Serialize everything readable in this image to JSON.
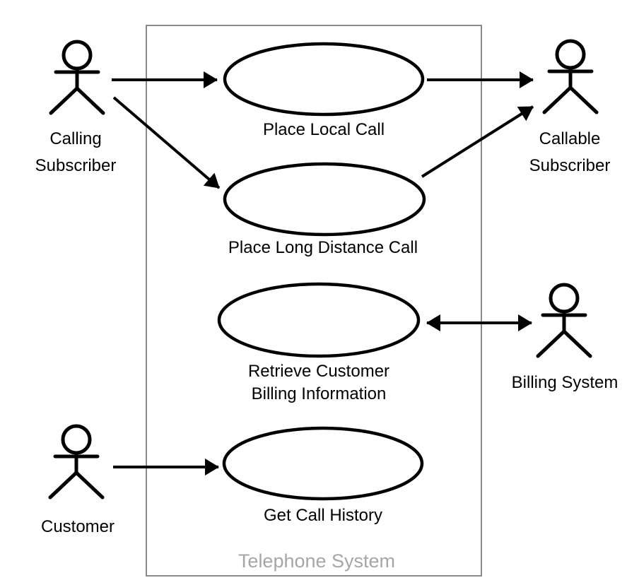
{
  "diagram": {
    "type": "uml-use-case-diagram",
    "system": {
      "label": "Telephone System"
    },
    "actors": {
      "calling_subscriber": {
        "lines": [
          "Calling",
          "Subscriber"
        ]
      },
      "callable_subscriber": {
        "lines": [
          "Callable",
          "Subscriber"
        ]
      },
      "billing_system": {
        "lines": [
          "Billing System"
        ]
      },
      "customer": {
        "lines": [
          "Customer"
        ]
      }
    },
    "use_cases": {
      "place_local_call": {
        "lines": [
          "Place Local Call"
        ]
      },
      "place_long_distance_call": {
        "lines": [
          "Place Long Distance Call"
        ]
      },
      "retrieve_customer_billing_information": {
        "lines": [
          "Retrieve Customer",
          "Billing Information"
        ]
      },
      "get_call_history": {
        "lines": [
          "Get Call History"
        ]
      }
    },
    "relations": [
      {
        "from": "calling_subscriber",
        "to": "place_local_call",
        "direction": "one-way"
      },
      {
        "from": "calling_subscriber",
        "to": "place_long_distance_call",
        "direction": "one-way"
      },
      {
        "from": "place_local_call",
        "to": "callable_subscriber",
        "direction": "one-way"
      },
      {
        "from": "place_long_distance_call",
        "to": "callable_subscriber",
        "direction": "one-way"
      },
      {
        "from": "retrieve_customer_billing_information",
        "to": "billing_system",
        "direction": "two-way"
      },
      {
        "from": "customer",
        "to": "get_call_history",
        "direction": "one-way"
      }
    ],
    "colors": {
      "shape_stroke": "#000000",
      "boundary_stroke": "#8a8a8a",
      "system_label_text": "#a6a6a6",
      "label_text": "#000000",
      "background": "#ffffff"
    }
  }
}
